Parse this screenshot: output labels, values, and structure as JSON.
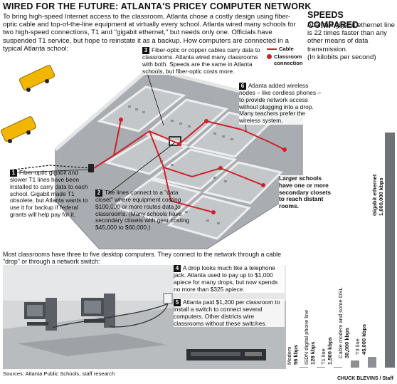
{
  "title": "WIRED FOR THE FUTURE: ATLANTA'S PRICEY COMPUTER NETWORK",
  "intro": "To bring high-speed Internet access to the classroom, Atlanta chose a costly design using fiber-optic cable and top-of-the-line equipment at virtually every school. Atlanta wired many schools for two high-speed connections, T1 and \"gigabit ethernet,\" but needs only one. Officials have suspended T1 service, but hope to reinstate it as a backup. How computers are connected in a typical Atlanta school:",
  "legend": {
    "cable": "Cable",
    "connection": "Classroom connection"
  },
  "callouts": {
    "c1": {
      "num": "1",
      "text": "Fiber-optic gigabit and slower T1 lines have been installed to carry data to each school. Gigabit made T1 obsolete, but Atlanta wants to use it for backup if federal grants will help pay for it."
    },
    "c2": {
      "num": "2",
      "text": "The lines connect to a \"data closet\" where equipment costing $100,000 or more routes data to classrooms. (Many schools have secondary closets with gear costing $45,000 to $60,000.)"
    },
    "c3": {
      "num": "3",
      "text": "Fiber-optic or copper cables carry data to classrooms. Atlanta wired many classrooms with both. Speeds are the same in Atlanta schools, but fiber-optic costs more."
    },
    "c4": {
      "num": "4",
      "text": "A drop looks much like a telephone jack. Atlanta used to pay up to $1,000 apiece for many drops, but now spends no more than $325 apiece."
    },
    "c5": {
      "num": "5",
      "text": "Atlanta paid $1,200 per classroom to install a switch to connect several computers. Other districts wire classrooms without these switches."
    },
    "c6": {
      "num": "6",
      "text": "Atlanta added wireless nodes – like cordless phones – to provide network access without plugging into a drop. Many teachers prefer the wireless system."
    },
    "larger": "Larger schools have one or more secondary closets to reach distant rooms."
  },
  "bottom_intro": "Most classrooms have three to five desktop computers. They connect to the network through a cable \"drop\" or through a network switch:",
  "speeds": {
    "title": "SPEEDS COMPARED",
    "subtitle": "Atlanta's gigabit ethernet line is 22 times faster than any other means of data transmission.",
    "unit_note": "(In kilobits per second)"
  },
  "chart_data": {
    "type": "bar",
    "title": "SPEEDS COMPARED",
    "ylabel": "(In kilobits per second)",
    "categories": [
      "Modem",
      "ISDN digital phone line",
      "T1 line",
      "Cable modem and some DSL",
      "T3 line",
      "Gigabit ethernet"
    ],
    "values": [
      56,
      128,
      1500,
      30000,
      45000,
      1000000
    ],
    "value_labels": [
      "56 kbps",
      "128 kbps",
      "1,500 kbps",
      "30,000 kbps",
      "45,000 kbps",
      "1,000,000 kbps"
    ],
    "highlight": "Gigabit ethernet",
    "colors": {
      "bar": "#8d9196",
      "highlight": "#6e7378"
    }
  },
  "source": "Sources: Atlanta Public Schools, staff research",
  "credit": "CHUCK BLEVINS / Staff",
  "colors": {
    "cable": "#d0202a",
    "floor": "#a9acb0",
    "wall": "#d9dbdd",
    "bus": "#f2b600"
  }
}
